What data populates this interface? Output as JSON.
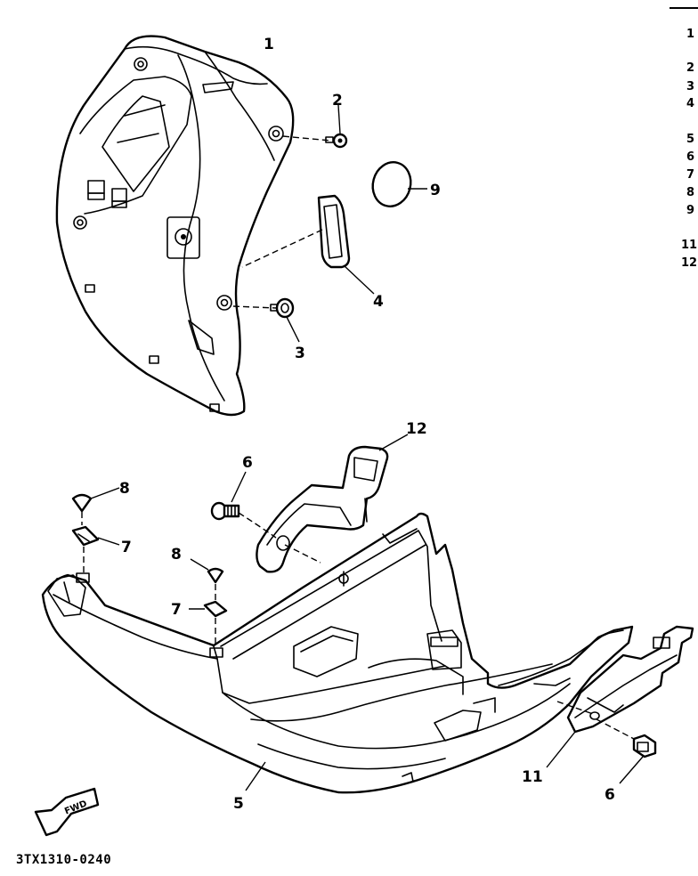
{
  "diagram": {
    "drawing_code": "3TX1310-0240",
    "fwd_arrow_label": "FWD",
    "callouts": {
      "c1": "1",
      "c2": "2",
      "c3": "3",
      "c4": "4",
      "c5": "5",
      "c6a": "6",
      "c6b": "6",
      "c7a": "7",
      "c7b": "7",
      "c8a": "8",
      "c8b": "8",
      "c9": "9",
      "c11": "11",
      "c12": "12"
    },
    "side_list": [
      "1",
      "2",
      "3",
      "4",
      "5",
      "6",
      "7",
      "8",
      "9",
      "11",
      "12"
    ]
  }
}
